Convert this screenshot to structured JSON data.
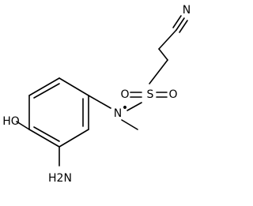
{
  "molecule": {
    "atoms": {
      "oh": "HO",
      "nh2": "H2N",
      "n_sulfonamide": "N",
      "sulfur": "S",
      "oxygen_left": "O",
      "oxygen_right": "O",
      "nitrile_n": "N"
    },
    "radical_dot": "•"
  }
}
